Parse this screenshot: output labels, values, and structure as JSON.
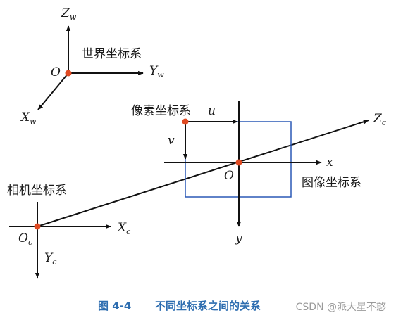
{
  "world": {
    "title": "世界坐标系",
    "origin": "O",
    "z": "Z",
    "z_sub": "w",
    "y": "Y",
    "y_sub": "w",
    "x": "X",
    "x_sub": "w"
  },
  "pixel": {
    "title": "像素坐标系",
    "u": "u",
    "v": "v"
  },
  "image": {
    "title": "图像坐标系",
    "origin": "O",
    "x": "x",
    "y": "y"
  },
  "camera": {
    "title": "相机坐标系",
    "origin": "O",
    "origin_sub": "c",
    "x": "X",
    "x_sub": "c",
    "y": "Y",
    "y_sub": "c",
    "z": "Z",
    "z_sub": "c"
  },
  "caption": {
    "figure": "图 4-4",
    "title": "不同坐标系之间的关系"
  },
  "watermark": "CSDN @派大星不憨",
  "colors": {
    "axis": "#111111",
    "origin_dot": "#e04a22",
    "image_plane": "#2a59b5",
    "caption": "#2d6db0"
  }
}
